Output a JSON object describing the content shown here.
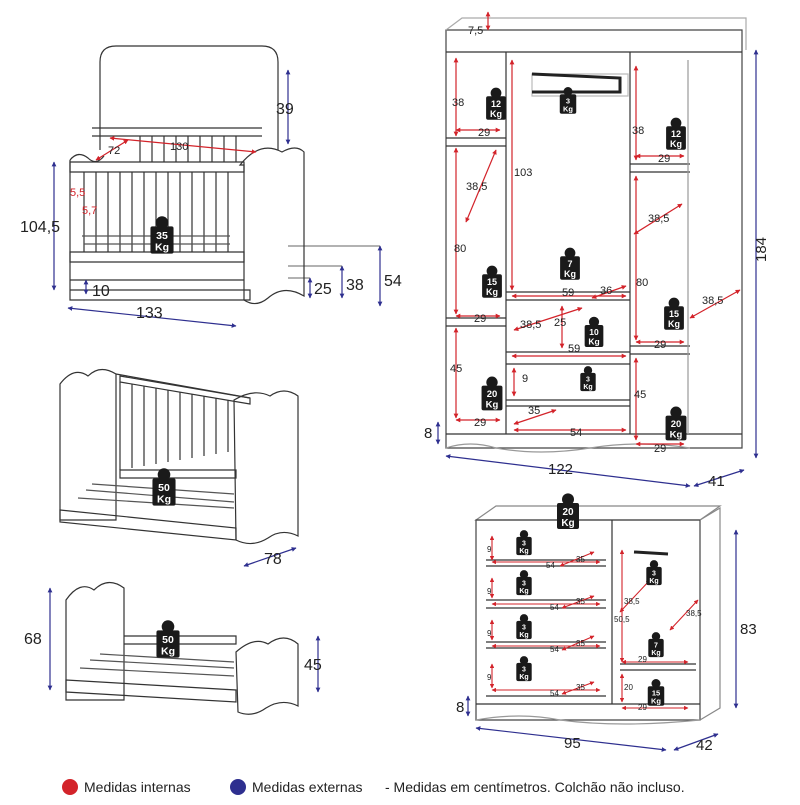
{
  "colors": {
    "internal": "#d3232a",
    "external": "#2e2f8f",
    "line": "#333333",
    "weight_tag": "#1a1a1a"
  },
  "crib": {
    "labels": {
      "height_total": "104,5",
      "headboard": "39",
      "inner_width": "130",
      "inner_depth": "72",
      "gap_a": "5,5",
      "gap_b": "5,7",
      "floor_gap": "10",
      "length": "133",
      "drawer_h": "25",
      "drawer_total": "38",
      "side_h": "54"
    },
    "weight": {
      "value": "35",
      "unit": "Kg"
    }
  },
  "sofa_bed": {
    "labels": {
      "depth": "78"
    },
    "weight": {
      "value": "50",
      "unit": "Kg"
    }
  },
  "junior_bed": {
    "labels": {
      "headboard_h": "68",
      "footboard_h": "45"
    },
    "weight": {
      "value": "50",
      "unit": "Kg"
    }
  },
  "wardrobe": {
    "labels": {
      "top": "7,5",
      "left_top_h": "38",
      "left_top_w": "29",
      "hanging_h": "103",
      "left_mid_d": "38,5",
      "left_mid_h": "80",
      "left_mid_w": "29",
      "shelf_w": "59",
      "shelf_d": "36",
      "drawer_d": "38,5",
      "drawer_h": "25",
      "drawer_w": "59",
      "left_low_h": "45",
      "left_low_w": "29",
      "small_drawer_h": "9",
      "small_drawer_d": "35",
      "small_drawer_w": "54",
      "right_top_h": "38",
      "right_top_w": "29",
      "right_mid_d": "38,5",
      "right_mid_h": "80",
      "right_mid_w": "29",
      "right_low_h": "45",
      "right_low_w": "29",
      "side_d": "38,5",
      "height": "184",
      "width": "122",
      "depth": "41",
      "plinth": "8"
    },
    "weights": {
      "rail": "3",
      "left_top": "12",
      "right_top": "12",
      "center_shelf": "7",
      "left_mid": "15",
      "right_mid": "15",
      "center_drawer": "10",
      "small_drawer": "3",
      "left_low": "20",
      "right_low": "20"
    },
    "unit": "Kg"
  },
  "dresser": {
    "labels": {
      "drawer_h": "9",
      "drawer_w": "54",
      "drawer_d": "35",
      "door_h": "38,5",
      "door_d": "38,5",
      "door_inner_h": "50,5",
      "shelf_w": "29",
      "shelf_h": "20",
      "width": "95",
      "depth": "42",
      "height": "83",
      "plinth": "8"
    },
    "weights": {
      "top": "20",
      "drawer": "3",
      "rail": "3",
      "shelf": "7",
      "bottom": "15"
    },
    "unit": "Kg"
  },
  "legend": {
    "internal": "Medidas internas",
    "external": "Medidas externas",
    "note": "-  Medidas em centímetros. Colchão não incluso."
  }
}
